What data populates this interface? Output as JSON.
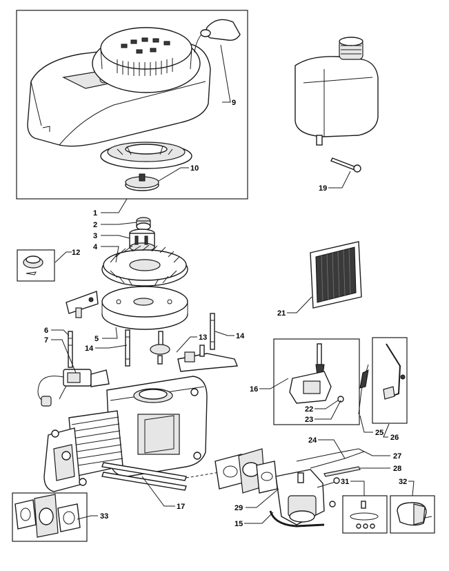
{
  "callouts": {
    "c1": "1",
    "c2": "2",
    "c3": "3",
    "c4": "4",
    "c5": "5",
    "c6": "6",
    "c7": "7",
    "c9": "9",
    "c10": "10",
    "c12": "12",
    "c13": "13",
    "c14a": "14",
    "c14b": "14",
    "c15": "15",
    "c16": "16",
    "c17": "17",
    "c19": "19",
    "c21": "21",
    "c22": "22",
    "c23": "23",
    "c24": "24",
    "c25": "25",
    "c26": "26",
    "c27": "27",
    "c28": "28",
    "c29": "29",
    "c31": "31",
    "c32": "32",
    "c33": "33"
  }
}
